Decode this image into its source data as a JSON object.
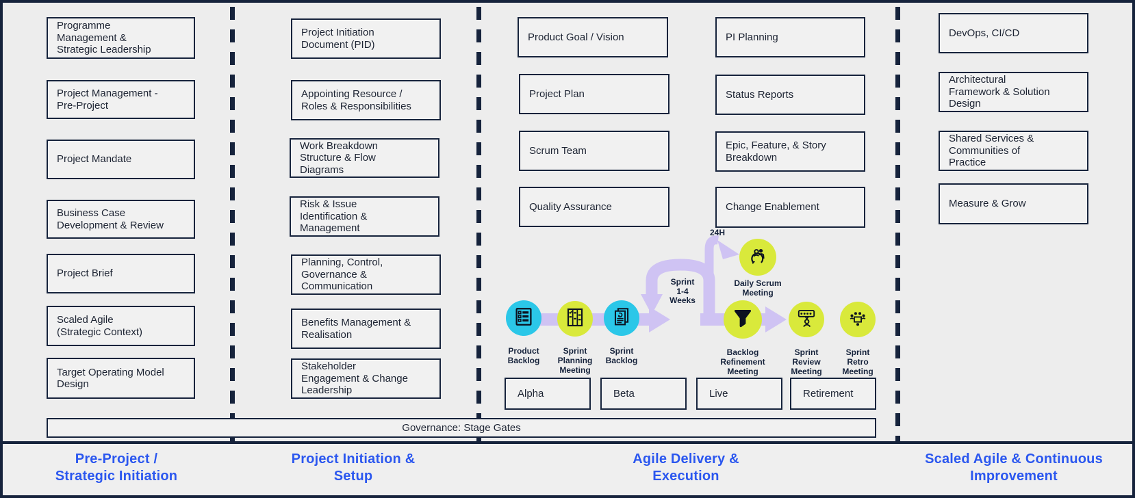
{
  "colors": {
    "navy_border": "#16233c",
    "phase_label_blue": "#2b57ef",
    "cyan_step": "#2bc7e8",
    "lime_step": "#d9e93b",
    "lavender_arrow": "#cfc3f3",
    "background": "#ededed",
    "box_fill": "#f1f1f1"
  },
  "governance": {
    "label": "Governance: Stage Gates"
  },
  "columns": [
    {
      "label": "Pre-Project /\nStrategic Initiation",
      "boxes": [
        "Programme\nManagement &\nStrategic Leadership",
        "Project Management -\nPre-Project",
        "Project Mandate",
        "Business Case\nDevelopment & Review",
        "Project Brief",
        "Scaled Agile\n(Strategic Context)",
        "Target Operating Model\nDesign"
      ]
    },
    {
      "label": "Project Initiation &\nSetup",
      "boxes": [
        "Project Initiation\nDocument (PID)",
        "Appointing Resource /\nRoles & Responsibilities",
        "Work Breakdown\nStructure & Flow\nDiagrams",
        "Risk & Issue\nIdentification &\nManagement",
        "Planning, Control,\nGovernance &\nCommunication",
        "Benefits Management &\nRealisation",
        "Stakeholder\nEngagement & Change\nLeadership"
      ]
    },
    {
      "label": "Agile Delivery &\nExecution",
      "boxes_left": [
        "Product Goal / Vision",
        "Project Plan",
        "Scrum Team",
        "Quality Assurance"
      ],
      "boxes_right": [
        "PI Planning",
        "Status Reports",
        "Epic, Feature, & Story\nBreakdown",
        "Change Enablement"
      ],
      "stages": [
        "Alpha",
        "Beta",
        "Live",
        "Retirement"
      ]
    },
    {
      "label": "Scaled Agile & Continuous\nImprovement",
      "boxes": [
        "DevOps, CI/CD",
        "Architectural\nFramework & Solution\nDesign",
        "Shared Services &\nCommunities of\nPractice",
        "Measure & Grow"
      ]
    }
  ],
  "workflow": {
    "sprint_duration_label": "Sprint\n1-4\nWeeks",
    "daily_cycle_label": "24H",
    "steps": [
      {
        "label": "Product\nBacklog",
        "icon": "product-backlog-icon",
        "color": "#2bc7e8"
      },
      {
        "label": "Sprint\nPlanning\nMeeting",
        "icon": "sprint-planning-icon",
        "color": "#d9e93b"
      },
      {
        "label": "Sprint\nBacklog",
        "icon": "sprint-backlog-icon",
        "color": "#2bc7e8"
      },
      {
        "label": "Daily Scrum\nMeeting",
        "icon": "daily-scrum-icon",
        "color": "#d9e93b"
      },
      {
        "label": "Backlog\nRefinement\nMeeting",
        "icon": "funnel-icon",
        "color": "#d9e93b"
      },
      {
        "label": "Sprint\nReview\nMeeting",
        "icon": "presentation-icon",
        "color": "#d9e93b"
      },
      {
        "label": "Sprint\nRetro\nMeeting",
        "icon": "team-table-icon",
        "color": "#d9e93b"
      }
    ]
  }
}
